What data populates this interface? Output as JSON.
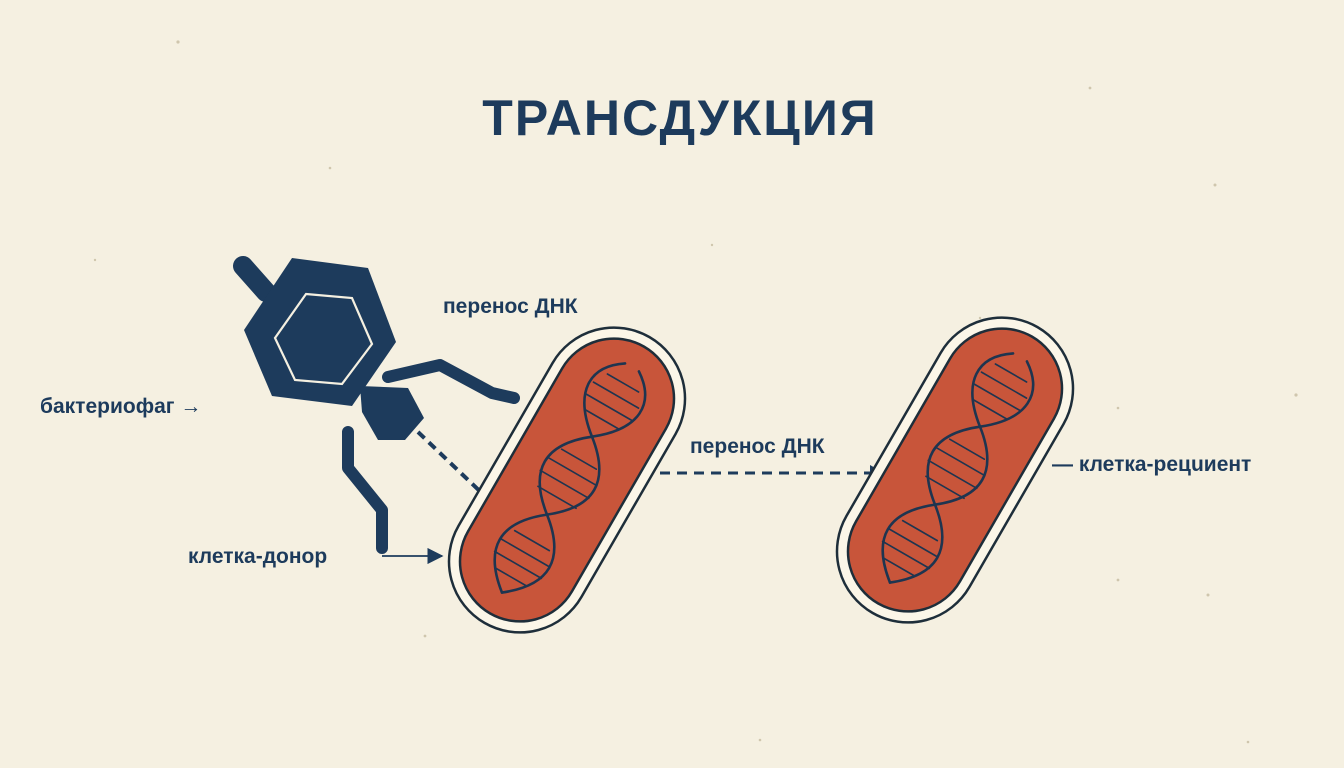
{
  "title": "ТРАНСДУКЦИЯ",
  "labels": {
    "bacteriophage": "бактериофаг →",
    "transfer_top": "перенос ДНК",
    "donor": "клетка-донор",
    "transfer_middle": "перенос ДНК",
    "recipient": "— клетка-рецuиент"
  },
  "colors": {
    "background": "#f5f0e1",
    "ink": "#1d3b5c",
    "cell_fill": "#c8553a",
    "cell_outline": "#1e2e3a",
    "dna": "#1e3550"
  },
  "icons": {
    "phage": "bacteriophage-icon",
    "donor_cell": "bacterium-icon",
    "recipient_cell": "bacterium-icon",
    "dna": "dna-helix-icon"
  }
}
